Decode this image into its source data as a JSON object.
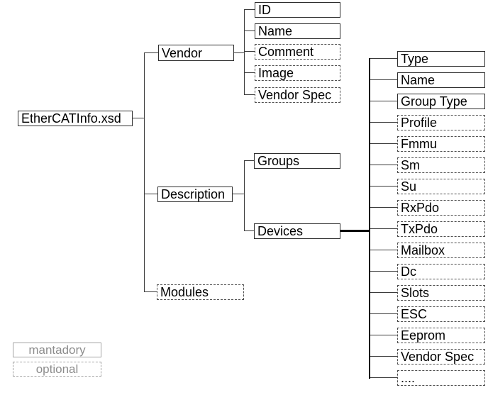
{
  "diagram": {
    "root": {
      "label": "EtherCATInfo.xsd",
      "style": "solid"
    },
    "level1": [
      {
        "label": "Vendor",
        "style": "solid"
      },
      {
        "label": "Description",
        "style": "solid"
      },
      {
        "label": "Modules",
        "style": "dashed"
      }
    ],
    "vendor_children": [
      {
        "label": "ID",
        "style": "solid"
      },
      {
        "label": "Name",
        "style": "solid"
      },
      {
        "label": "Comment",
        "style": "dashed"
      },
      {
        "label": "Image",
        "style": "dashed"
      },
      {
        "label": "Vendor Spec",
        "style": "dashed"
      }
    ],
    "description_children": [
      {
        "label": "Groups",
        "style": "solid"
      },
      {
        "label": "Devices",
        "style": "solid"
      }
    ],
    "devices_children": [
      {
        "label": "Type",
        "style": "solid"
      },
      {
        "label": "Name",
        "style": "solid"
      },
      {
        "label": "Group Type",
        "style": "solid"
      },
      {
        "label": "Profile",
        "style": "dashed"
      },
      {
        "label": "Fmmu",
        "style": "dashed"
      },
      {
        "label": "Sm",
        "style": "dashed"
      },
      {
        "label": "Su",
        "style": "dashed"
      },
      {
        "label": "RxPdo",
        "style": "dashed"
      },
      {
        "label": "TxPdo",
        "style": "dashed"
      },
      {
        "label": "Mailbox",
        "style": "dashed"
      },
      {
        "label": "Dc",
        "style": "dashed"
      },
      {
        "label": "Slots",
        "style": "dashed"
      },
      {
        "label": "ESC",
        "style": "dashed"
      },
      {
        "label": "Eeprom",
        "style": "dashed"
      },
      {
        "label": "Vendor Spec",
        "style": "dashed"
      },
      {
        "label": "....",
        "style": "dashed"
      }
    ],
    "legend": {
      "mandatory_label": "mantadory",
      "optional_label": "optional"
    },
    "colors": {
      "solid_border": "#2e2e2e",
      "dashed_border": "#4f4f4f",
      "connector": "#3a3a3a",
      "thick_connector": "#000000",
      "legend_border": "#a3a3a3",
      "legend_text": "#8d8d8d",
      "background": "#ffffff",
      "text": "#000000"
    }
  }
}
